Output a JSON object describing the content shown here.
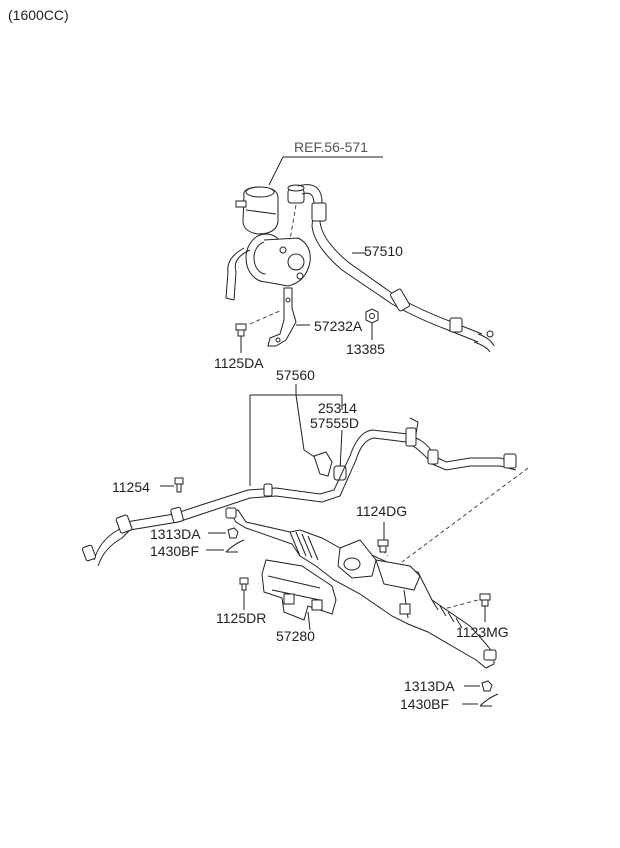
{
  "header": {
    "variant": "(1600CC)"
  },
  "labels": {
    "ref": "REF.56-571",
    "p57510": "57510",
    "p57232A": "57232A",
    "p13385": "13385",
    "p1125DA": "1125DA",
    "p57560": "57560",
    "p25314": "25314",
    "p57555D": "57555D",
    "p11254": "11254",
    "p1124DG": "1124DG",
    "p1313DA_a": "1313DA",
    "p1430BF_a": "1430BF",
    "p1125DR": "1125DR",
    "p57280": "57280",
    "p1123MG": "1123MG",
    "p1313DA_b": "1313DA",
    "p1430BF_b": "1430BF"
  },
  "icons": [
    "reservoir-icon",
    "pump-icon",
    "hose-icon",
    "bolt-icon",
    "nut-icon",
    "bracket-icon",
    "rack-icon",
    "clip-icon",
    "cover-icon"
  ]
}
